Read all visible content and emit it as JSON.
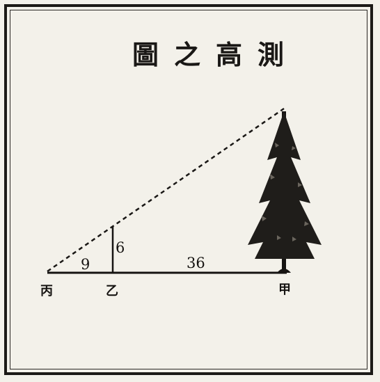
{
  "title": "測高之圖",
  "labels": {
    "distance_bing_yi": "9",
    "stick_height": "6",
    "distance_yi_jia": "36",
    "point_bing": "丙",
    "point_yi": "乙",
    "point_jia": "甲"
  },
  "icons": {
    "tree": "tree-icon"
  }
}
